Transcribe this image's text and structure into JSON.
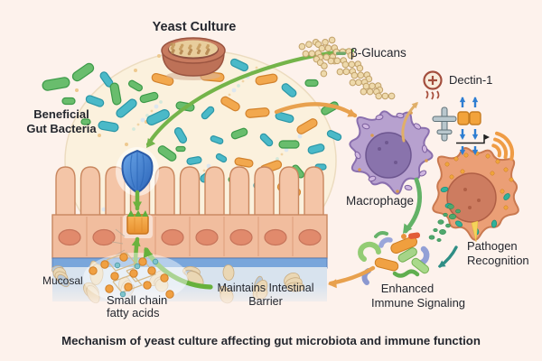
{
  "caption": "Mechanism of yeast culture affecting gut microbiota and immune function",
  "labels": {
    "yeast_culture": "Yeast Culture",
    "beneficial_1": "Beneficial",
    "beneficial_2": "Gut Bacteria",
    "beta_glucans": "β-Glucans",
    "dectin_1": "Dectin-1",
    "macrophage": "Macrophage",
    "pathogen_1": "Pathogen",
    "pathogen_2": "Recognition",
    "enhanced_1": "Enhanced",
    "enhanced_2": "Immune Signaling",
    "maintains_1": "Maintains Intestinal",
    "maintains_2": "Barrier",
    "mucosal": "Mucosal",
    "scfa_1": "Small chain",
    "scfa_2": "fatty acids"
  },
  "colors": {
    "background": "#fdf2ec",
    "lumen_fill": "#fbf1dd",
    "green_arrow": "#74b44a",
    "orange_arrow": "#e8a14e",
    "teal_arrow": "#2f8e85",
    "bacteria_green": "#69bd6d",
    "bacteria_teal": "#4ab9c8",
    "bacteria_orange": "#f2a84e",
    "macrophage_body": "#b7a1cf",
    "macrophage_nucleus": "#8973ac",
    "immune_cell_body": "#eb9f76",
    "immune_cell_nucleus": "#cd7c60",
    "shield_blue": "#3f7fd0",
    "transporter_orange": "#f3a43e",
    "membrane_blue": "#79a6db",
    "villi_fill": "#f4c5a7",
    "dectin_icon": "#a34e3d",
    "receptor_grey": "#b9c7cd",
    "receptor_blue": "#2e7ed2",
    "wifi_orange": "#ef9c45",
    "glucan_bead": "#eed9ab"
  }
}
